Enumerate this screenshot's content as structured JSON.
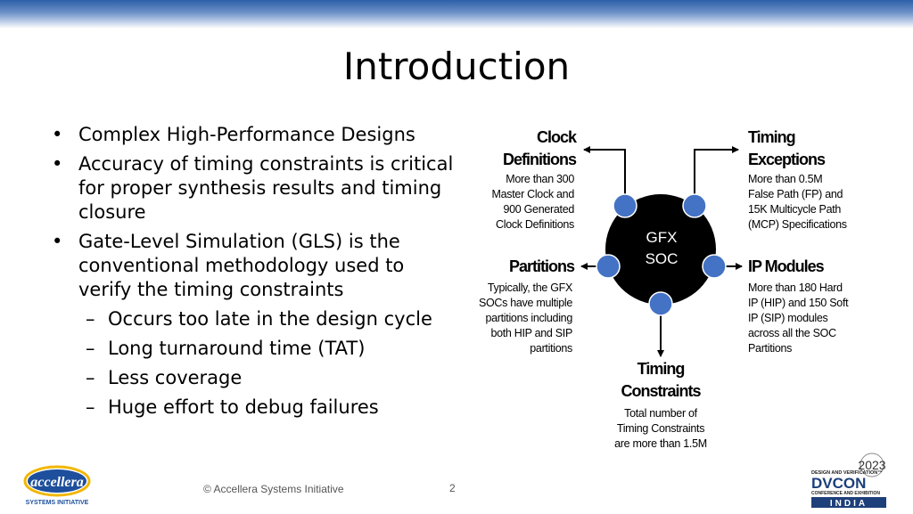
{
  "slide": {
    "title": "Introduction",
    "page_number": "2"
  },
  "bullets": [
    {
      "level": 1,
      "text": "Complex High-Performance Designs"
    },
    {
      "level": 1,
      "text": "Accuracy of timing constraints is critical for proper synthesis results and timing closure"
    },
    {
      "level": 1,
      "text": "Gate-Level Simulation (GLS) is the conventional methodology used to verify the timing constraints"
    },
    {
      "level": 2,
      "text": "Occurs too late in the design cycle"
    },
    {
      "level": 2,
      "text": "Long turnaround time (TAT)"
    },
    {
      "level": 2,
      "text": "Less coverage"
    },
    {
      "level": 2,
      "text": "Huge effort to debug failures"
    }
  ],
  "diagram": {
    "center": {
      "line1": "GFX",
      "line2": "SOC"
    },
    "clock": {
      "title1": "Clock",
      "title2": "Definitions",
      "desc": [
        "More than 300",
        "Master Clock and",
        "900 Generated",
        "Clock Definitions"
      ]
    },
    "exceptions": {
      "title1": "Timing",
      "title2": "Exceptions",
      "desc": [
        "More than 0.5M",
        "False Path (FP) and",
        "15K Multicycle Path",
        "(MCP) Specifications"
      ]
    },
    "partitions": {
      "title1": "Partitions",
      "desc": [
        "Typically, the GFX",
        "SOCs have multiple",
        "partitions including",
        "both HIP and SIP",
        "partitions"
      ]
    },
    "ip": {
      "title1": "IP Modules",
      "desc": [
        "More than 180 Hard",
        "IP (HIP) and 150 Soft",
        "IP (SIP) modules",
        "across all the SOC",
        "Partitions"
      ]
    },
    "constraints": {
      "title1": "Timing",
      "title2": "Constraints",
      "desc": [
        "Total number of",
        "Timing Constraints",
        "are more than 1.5M"
      ]
    },
    "colors": {
      "center": "#000000",
      "node": "#4472c4",
      "arrow": "#000000"
    }
  },
  "footer": {
    "copyright": "© Accellera Systems Initiative",
    "left_logo": {
      "name": "accellera",
      "tagline": "SYSTEMS INITIATIVE"
    },
    "right_logo": {
      "year": "2023",
      "line1": "DESIGN AND VERIFICATION™",
      "brand": "DVCON",
      "line2": "CONFERENCE AND EXHIBITION",
      "region": "INDIA"
    }
  }
}
